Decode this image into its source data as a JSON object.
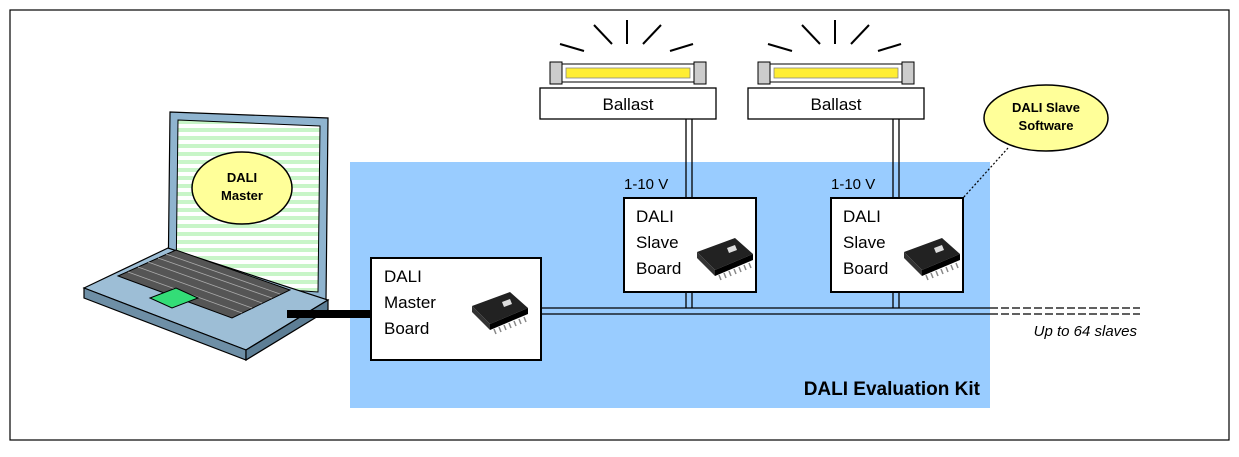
{
  "kit_label": "DALI Evaluation Kit",
  "master_bubble": {
    "line1": "DALI",
    "line2": "Master"
  },
  "slave_software_bubble": {
    "line1": "DALI Slave",
    "line2": "Software"
  },
  "master_board": {
    "line1": "DALI",
    "line2": "Master",
    "line3": "Board"
  },
  "slave_boards": [
    {
      "line1": "DALI",
      "line2": "Slave",
      "line3": "Board"
    },
    {
      "line1": "DALI",
      "line2": "Slave",
      "line3": "Board"
    }
  ],
  "ballasts": [
    {
      "label": "Ballast"
    },
    {
      "label": "Ballast"
    }
  ],
  "control_signal": [
    "1-10 V",
    "1-10 V"
  ],
  "bus_note": "Up to 64 slaves",
  "colors": {
    "kit_background": "#99ccff",
    "bubble_fill": "#ffff99",
    "tube_yellow": "#ffee33",
    "screen_green": "#ccffcc",
    "laptop_body": "#8fb4cf"
  },
  "icons": [
    "laptop-icon",
    "chip-icon",
    "fluorescent-tube-icon",
    "st-logo-icon"
  ]
}
